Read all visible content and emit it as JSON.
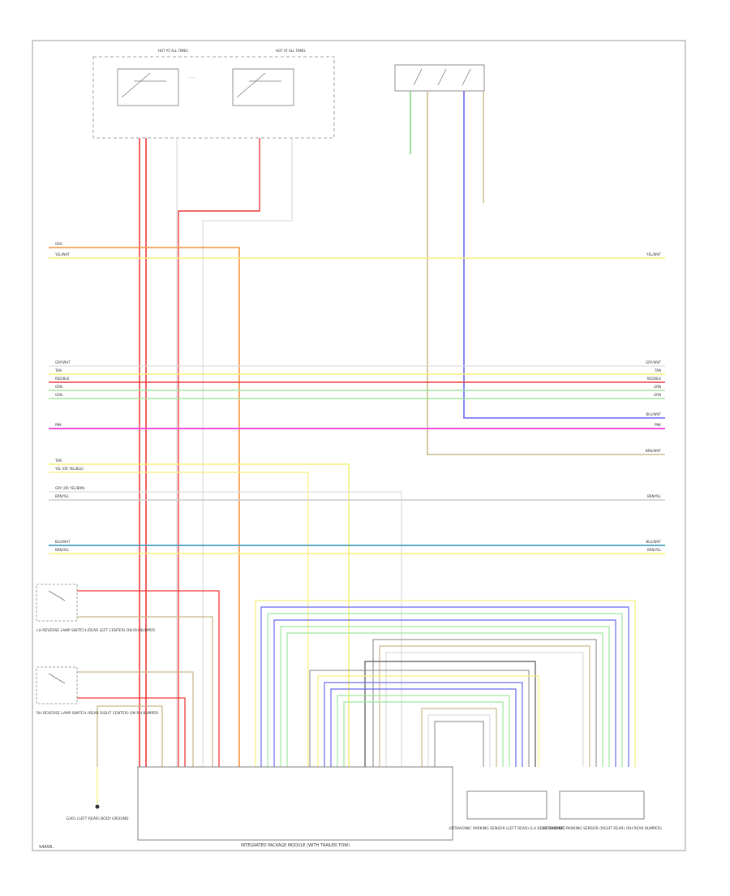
{
  "footer_code": "S4A58..",
  "fuse_labels": [
    "HOT AT ALL TIMES",
    "HOT AT ALL TIMES"
  ],
  "module_title": "INTEGRATED PACKAGE MODULE (WITH TRAILER TOW)",
  "colors": {
    "red": "#f23a3a",
    "orange": "#f5a050",
    "yellow": "#f5f07a",
    "pink": "#f050e0",
    "green": "#9ee89e",
    "blue": "#6a6af2",
    "tan": "#c9b98a",
    "gray": "#bbbbbb",
    "dark": "#555555",
    "teal": "#4aa0c0"
  },
  "buses": [
    {
      "id": "orn-org",
      "color": "orange",
      "left_label": "ORG",
      "right_label": ""
    },
    {
      "id": "yel-wht",
      "color": "yellow",
      "left_label": "YEL/WHT",
      "right_label": "YEL/WHT"
    },
    {
      "id": "gry-bus",
      "color": "gray",
      "left_label": "GRY/WHT",
      "right_label": "GRY/WHT"
    },
    {
      "id": "tan-bus",
      "color": "yellow",
      "left_label": "TAN",
      "right_label": "TAN"
    },
    {
      "id": "red-blk",
      "color": "red",
      "left_label": "RED/BLK",
      "right_label": "RED/BLK"
    },
    {
      "id": "grn-1",
      "color": "green",
      "left_label": "GRN",
      "right_label": "GRN"
    },
    {
      "id": "grn-2",
      "color": "green",
      "left_label": "GRN",
      "right_label": "GRN"
    },
    {
      "id": "blu-bus",
      "color": "blue",
      "left_label": "",
      "right_label": "BLU/WHT"
    },
    {
      "id": "pnk-bus",
      "color": "pink",
      "left_label": "PNK",
      "right_label": "PNK"
    },
    {
      "id": "brn-bus",
      "color": "tan",
      "left_label": "",
      "right_label": "BRN/WHT"
    },
    {
      "id": "tan-2",
      "color": "yellow",
      "left_label": "TAN",
      "right_label": ""
    },
    {
      "id": "yel-2",
      "color": "yellow",
      "left_label": "YEL (OR YEL/BLU)",
      "right_label": ""
    },
    {
      "id": "gry-2",
      "color": "gray",
      "left_label": "GRY (OR YEL/BRN)",
      "right_label": ""
    },
    {
      "id": "gry-3",
      "color": "gray",
      "left_label": "BRN/YEL",
      "right_label": "BRN/YEL"
    },
    {
      "id": "teal-bus",
      "color": "teal",
      "left_label": "BLU/WHT",
      "right_label": "BLU/WHT"
    },
    {
      "id": "yel-3",
      "color": "yellow",
      "left_label": "BRN/YEL",
      "right_label": "BRN/YEL"
    }
  ],
  "side_components": [
    {
      "label": "LH REVERSE LAMP SWITCH (REAR LEFT CENTER) ON RH BUMPER"
    },
    {
      "label": "RH REVERSE LAMP SWITCH (REAR RIGHT CENTER) ON RH BUMPER"
    }
  ],
  "ground_label": "G301 (LEFT REAR) BODY GROUND",
  "sensor_boxes": [
    {
      "label": "ULTRASONIC PARKING SENSOR (LEFT REAR) (LH REAR BUMPER)"
    },
    {
      "label": "ULTRASONIC PARKING SENSOR (RIGHT REAR) (RH REAR BUMPER)"
    }
  ]
}
